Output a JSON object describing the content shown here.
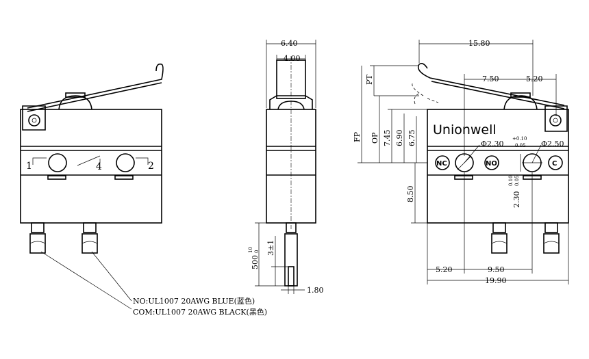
{
  "brand": "Unionwell",
  "terminals": {
    "nc": "NC",
    "no": "NO",
    "c": "C"
  },
  "pins": {
    "p1": "1",
    "p4": "4",
    "p2": "2"
  },
  "notes": {
    "no": "NO:UL1007 20AWG BLUE(蓝色)",
    "com": "COM:UL1007 20AWG BLACK(黑色)"
  },
  "side": {
    "width_outer": "6.40",
    "width_inner": "4.00",
    "cable_length": "500",
    "cable_tol_sup": "10",
    "cable_tol_sub": "0",
    "strip_length": "3±1",
    "wire_thickness": "1.80"
  },
  "right": {
    "overall_top": "15.80",
    "hole_pitch_top": "7.50",
    "hole_offset": "5.20",
    "fp": "FP",
    "op": "OP",
    "pt": "PT",
    "h745": "7.45",
    "h690": "6.90",
    "h675": "6.75",
    "h850": "8.50",
    "hole_dia": "Φ2.30",
    "hole_dia_tol_sup": "+0.10",
    "hole_dia_tol_sub": "0.05",
    "pin_dia": "Φ2.50",
    "hole_size": "2.30",
    "hole_size_tol_sup": "0.10",
    "hole_size_tol_sub": "0.05",
    "bottom_left": "5.20",
    "bottom_pitch": "9.50",
    "bottom_overall": "19.90"
  }
}
